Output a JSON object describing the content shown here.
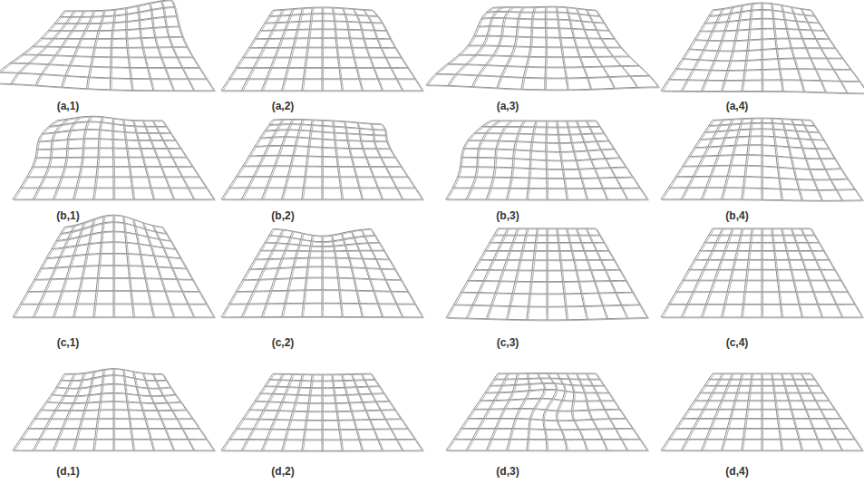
{
  "diagram": {
    "labels": [
      "(a,1)",
      "(a,2)",
      "(a,3)",
      "(a,4)",
      "(b,1)",
      "(b,2)",
      "(b,3)",
      "(b,4)",
      "(c,1)",
      "(c,2)",
      "(c,3)",
      "(c,4)",
      "(d,1)",
      "(d,2)",
      "(d,3)",
      "(d,4)"
    ]
  }
}
